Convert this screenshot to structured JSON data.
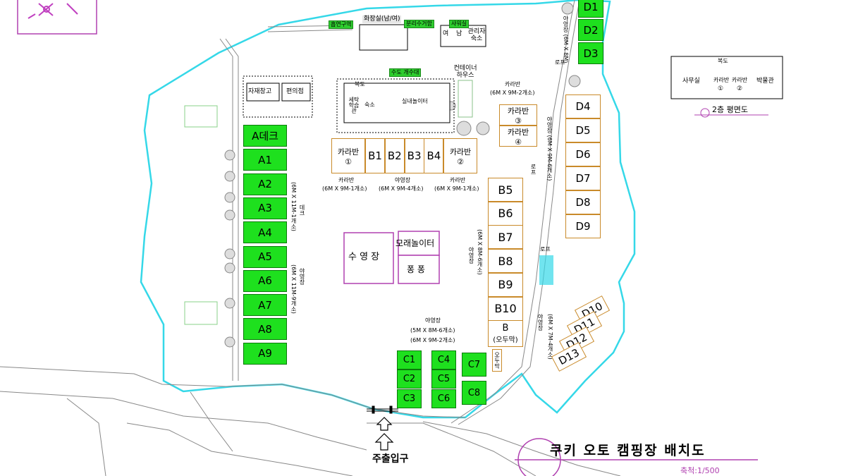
{
  "title": {
    "main": "쿠키 오토 캠핑장 배치도",
    "scale": "축척:1/500"
  },
  "entrance": {
    "label": "주출입구"
  },
  "floor_plan": {
    "title": "2층 평면도",
    "corridor": "복도",
    "rooms": [
      {
        "label": "사무실"
      },
      {
        "label": "카라반",
        "num": "①"
      },
      {
        "label": "카라반",
        "num": "②"
      },
      {
        "label": "박물관"
      }
    ]
  },
  "top_facilities": {
    "smoking": "흡연구역",
    "restroom": "화장실(남/여)",
    "recycling": "분리수거함",
    "shower": "샤워실",
    "shower_m": "여",
    "shower_f": "남",
    "manager": "관리자 숙소",
    "warehouse": "자재창고",
    "store": "편의점",
    "sink": "수도 개수대",
    "container": "컨테이너 하우스",
    "corridor": "복도",
    "hall_learning": "세탁 학습관",
    "hall_lodging": "숙소",
    "indoor_play": "실내놀이터"
  },
  "caravans_top": {
    "c1": {
      "label": "카라반",
      "num": "①"
    },
    "c2": {
      "label": "카라반",
      "num": "②"
    },
    "c3": {
      "label": "카라반",
      "num": "③"
    },
    "c4": {
      "label": "카라반",
      "num": "④"
    }
  },
  "captions": {
    "cap_caravan_right": "카라반",
    "cap_caravan_right_spec": "(6M X 9M-2개소)",
    "cap_caravan_left": "카라반",
    "cap_caravan_left_spec": "(6M X 9M-1개소)",
    "cap_camp_mid": "야영장",
    "cap_camp_mid_spec": "(6M X 9M-4개소)",
    "cap_caravan_mid": "카라반",
    "cap_caravan_mid_spec": "(6M X 9M-1개소)",
    "cap_c_camp": "야영장",
    "cap_c_spec1": "(5M X 8M-6개소)",
    "cap_c_spec2": "(6M X 9M-2개소)",
    "cap_a_deck": "데크",
    "cap_a_deck_spec": "(6M X 11M-1개소)",
    "cap_a_camp": "야영장",
    "cap_a_camp_spec": "(6M X 11M-9개소)",
    "cap_b_camp": "야영장",
    "cap_b_spec": "(6M X 8M-6개소)",
    "cap_d_top": "야영장 (6M X 8M)",
    "cap_d_mid": "야영장 (6M X 9M-6개소)",
    "cap_d_low": "야영장",
    "cap_d_low_spec": "(6M X 7M-4개소)",
    "ramp1": "로프",
    "ramp2": "로프",
    "ramp3": "로프"
  },
  "play": {
    "pool": "수 영 장",
    "sandbox": "모래놀이터",
    "trampoline": "퐁 퐁"
  },
  "a_sites": [
    "A데크",
    "A1",
    "A2",
    "A3",
    "A4",
    "A5",
    "A6",
    "A7",
    "A8",
    "A9"
  ],
  "b_sites_row": [
    "B1",
    "B2",
    "B3",
    "B4"
  ],
  "b_sites_col": [
    "B5",
    "B6",
    "B7",
    "B8",
    "B9",
    "B10"
  ],
  "b_oduk": {
    "label": "B",
    "sub": "(오두막)"
  },
  "c_sites": [
    "C1",
    "C4",
    "C7",
    "C2",
    "C5",
    "C3",
    "C6",
    "C8"
  ],
  "c_oduk": "오두막",
  "d_top": [
    "D1",
    "D2",
    "D3"
  ],
  "d_right": [
    "D4",
    "D5",
    "D6",
    "D7",
    "D8",
    "D9"
  ],
  "d_low": [
    "D10",
    "D11",
    "D12",
    "D13"
  ],
  "colors": {
    "boundary": "#35d8e8",
    "green_site": "#1ee01e",
    "orange_site": "#c98a2a",
    "play": "#b040b0",
    "title_line": "#b040b0"
  }
}
